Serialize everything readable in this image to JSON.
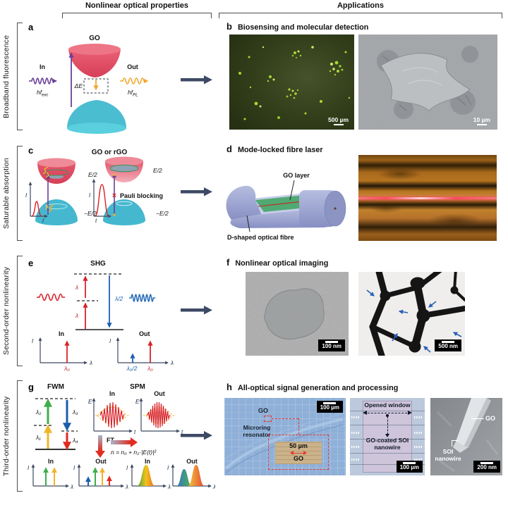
{
  "headers": {
    "properties": "Nonlinear optical properties",
    "applications": "Applications"
  },
  "row_labels": {
    "r1": "Broadband fluorescence",
    "r2": "Saturable absorption",
    "r3": "Second-order nonlinearity",
    "r4": "Third-order nonlinearity"
  },
  "a": {
    "letter": "a",
    "go": "GO",
    "in": "In",
    "out": "Out",
    "delta_e": "ΔE",
    "hf": "hf",
    "sub_exc": "exc",
    "sub_pl": "PL"
  },
  "b": {
    "letter": "b",
    "title": "Biosensing and molecular detection",
    "scale_left": "500 µm",
    "scale_right": "10 µm"
  },
  "c": {
    "letter": "c",
    "title": "GO or rGO",
    "e2": "E/2",
    "neg_e2": "−E/2",
    "pauli": "Pauli blocking",
    "cross": "×",
    "i": "I",
    "t": "t"
  },
  "d": {
    "letter": "d",
    "title": "Mode-locked fibre laser",
    "go_layer": "GO layer",
    "fibre": "D-shaped optical fibre"
  },
  "e": {
    "letter": "e",
    "title": "SHG",
    "lambda": "λ",
    "lambda_half": "λ/2",
    "in": "In",
    "out": "Out",
    "i": "I",
    "lambda0": "λ₀",
    "lambda0_half": "λ₀/2"
  },
  "f": {
    "letter": "f",
    "title": "Nonlinear optical imaging",
    "scale_left": "100 nm",
    "scale_right": "500 nm"
  },
  "g": {
    "letter": "g",
    "fwm": "FWM",
    "spm": "SPM",
    "l1": "λ₁",
    "l2": "λ₂",
    "l3": "λ₃",
    "l4": "λ₄",
    "e": "E",
    "t": "t",
    "i": "I",
    "lambda": "λ",
    "in": "In",
    "out": "Out",
    "ft": "FT",
    "formula": "n = n₀ + n₂·|E(t)|²"
  },
  "h": {
    "letter": "h",
    "title": "All-optical signal generation and processing",
    "go": "GO",
    "microring": "Microring resonator",
    "scale_50": "50 µm",
    "scale_100": "100 µm",
    "opened_window": "Opened window",
    "go_coated": "GO-coated SOI nanowire",
    "soi": "SOI nanowire",
    "scale_200": "200 nm"
  },
  "colors": {
    "upper_cone": "#e8566b",
    "lower_cone": "#4bbdd0",
    "purple": "#6a3f98",
    "amber": "#f0a830",
    "red": "#d8232a",
    "blue": "#1f5fae",
    "green": "#3fae4a",
    "navy": "#3d4a66",
    "annotation_red": "#e8392e"
  }
}
